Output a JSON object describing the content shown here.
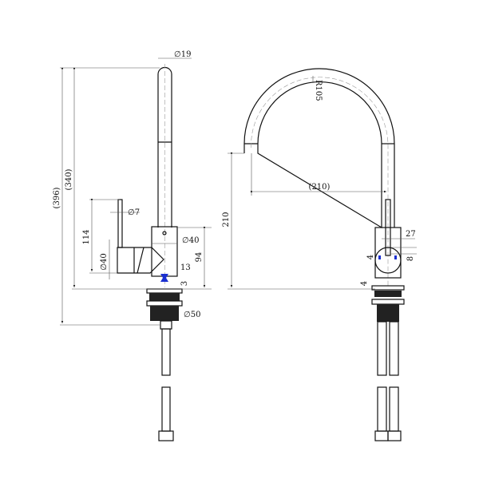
{
  "side_view": {
    "dimensions": {
      "overall_height": "(396)",
      "spout_height": "(340)",
      "spout_diameter": "∅19",
      "lever_diameter": "∅7",
      "lever_height": "114",
      "handle_diameter": "∅40",
      "body_diameter": "∅40",
      "body_height": "94",
      "offset_13": "13",
      "gap_3": "3",
      "base_diameter": "∅50"
    }
  },
  "front_view": {
    "dimensions": {
      "radius": "R105",
      "reach": "(210)",
      "spout_clearance": "210",
      "width_27": "27",
      "height_8": "8",
      "offset_4a": "4",
      "offset_4b": "4"
    }
  },
  "colors": {
    "line": "#111111",
    "marker": "#1a2fd0"
  }
}
